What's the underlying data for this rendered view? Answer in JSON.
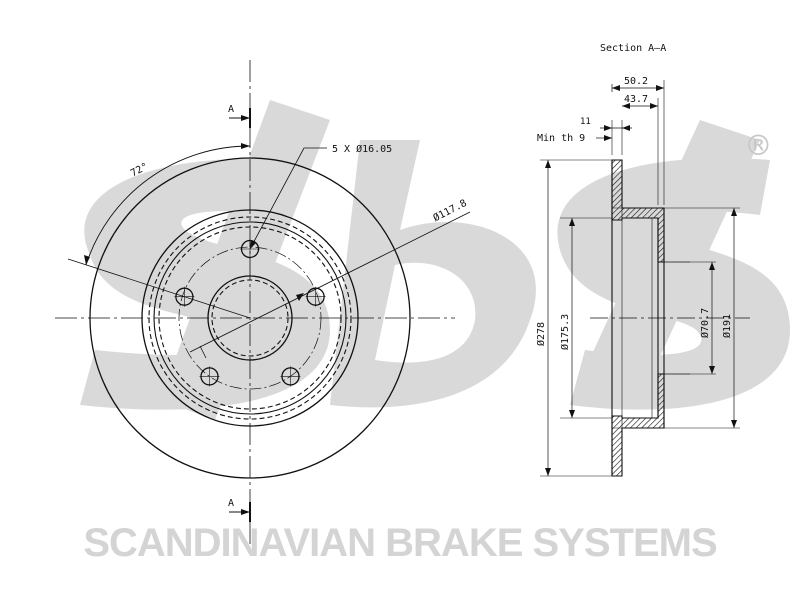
{
  "section_title": "Section A–A",
  "section_marker_top": "A",
  "section_marker_bottom": "A",
  "angle_label": "72°",
  "bolt_label": "5 X Ø16.05",
  "pcd_label": "Ø117.8",
  "dims": {
    "overall_height": "50.2",
    "hat_height": "43.7",
    "thickness": "11",
    "min_thickness": "Min th 9",
    "outer_diameter": "Ø278",
    "hat_diameter": "Ø175.3",
    "center_bore": "Ø70.7",
    "inner_diameter": "Ø191"
  },
  "brand_name": "SCANDINAVIAN BRAKE SYSTEMS",
  "logo_text": "sbs",
  "registered_mark": "®",
  "colors": {
    "line": "#111111",
    "watermark": "#d9d9d9",
    "hatch": "#111111"
  }
}
